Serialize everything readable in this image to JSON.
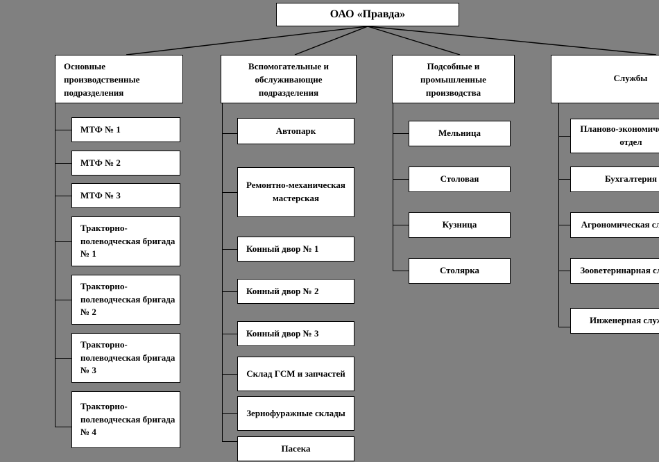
{
  "diagram": {
    "title": "ОАО «Правда»",
    "background_color": "#808080",
    "node_fill": "#ffffff",
    "line_color": "#000000",
    "root": {
      "label": "ОАО «Правда»"
    },
    "columns": [
      {
        "header": "Основные производственные подразделения",
        "items": [
          {
            "label": "МТФ № 1"
          },
          {
            "label": "МТФ № 2"
          },
          {
            "label": "МТФ № 3"
          },
          {
            "label": "Тракторно-полеводческая бригада № 1"
          },
          {
            "label": "Тракторно-полеводческая бригада № 2"
          },
          {
            "label": "Тракторно-полеводческая бригада № 3"
          },
          {
            "label": "Тракторно-полеводческая бригада № 4"
          }
        ]
      },
      {
        "header": "Вспомогательные и обслуживающие подразделения",
        "items": [
          {
            "label": "Автопарк"
          },
          {
            "label": "Ремонтно-механическая мастерская"
          },
          {
            "label": "Конный двор № 1"
          },
          {
            "label": "Конный двор № 2"
          },
          {
            "label": "Конный двор № 3"
          },
          {
            "label": "Склад ГСМ и запчастей"
          },
          {
            "label": "Зернофуражные склады"
          },
          {
            "label": "Пасека"
          }
        ]
      },
      {
        "header": "Подсобные и промышленные производства",
        "items": [
          {
            "label": "Мельница"
          },
          {
            "label": "Столовая"
          },
          {
            "label": "Кузница"
          },
          {
            "label": "Столярка"
          }
        ]
      },
      {
        "header": "Службы",
        "items": [
          {
            "label": "Планово-экономический отдел"
          },
          {
            "label": "Бухгалтерия"
          },
          {
            "label": "Агрономическая служба"
          },
          {
            "label": "Зооветеринарная служба"
          },
          {
            "label": "Инженерная служба"
          }
        ]
      }
    ]
  }
}
